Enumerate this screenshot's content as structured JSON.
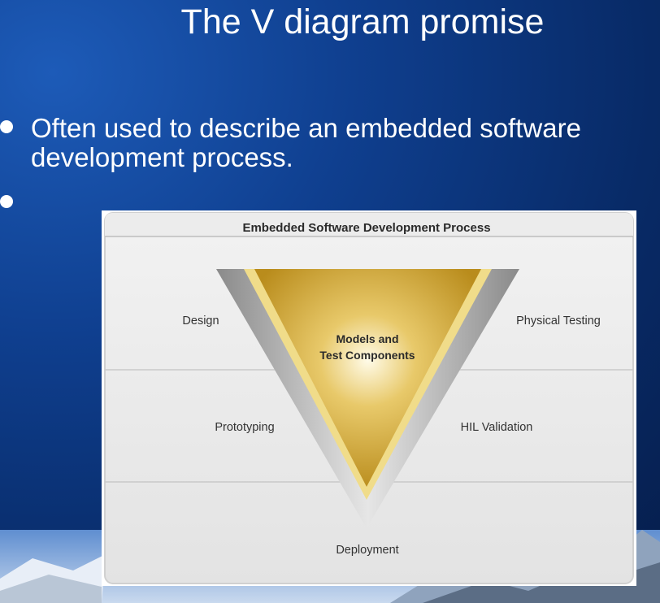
{
  "slide": {
    "title": "The V diagram promise",
    "bullets": [
      {
        "text": "Often used to describe an embedded software development process."
      },
      {
        "text": ""
      }
    ]
  },
  "diagram": {
    "title": "Embedded Software Development Process",
    "left_labels": [
      "Design",
      "Prototyping"
    ],
    "right_labels": [
      "Physical Testing",
      "HIL Validation"
    ],
    "bottom_label": "Deployment",
    "center_lines": [
      "Models and",
      "Test Components"
    ]
  }
}
